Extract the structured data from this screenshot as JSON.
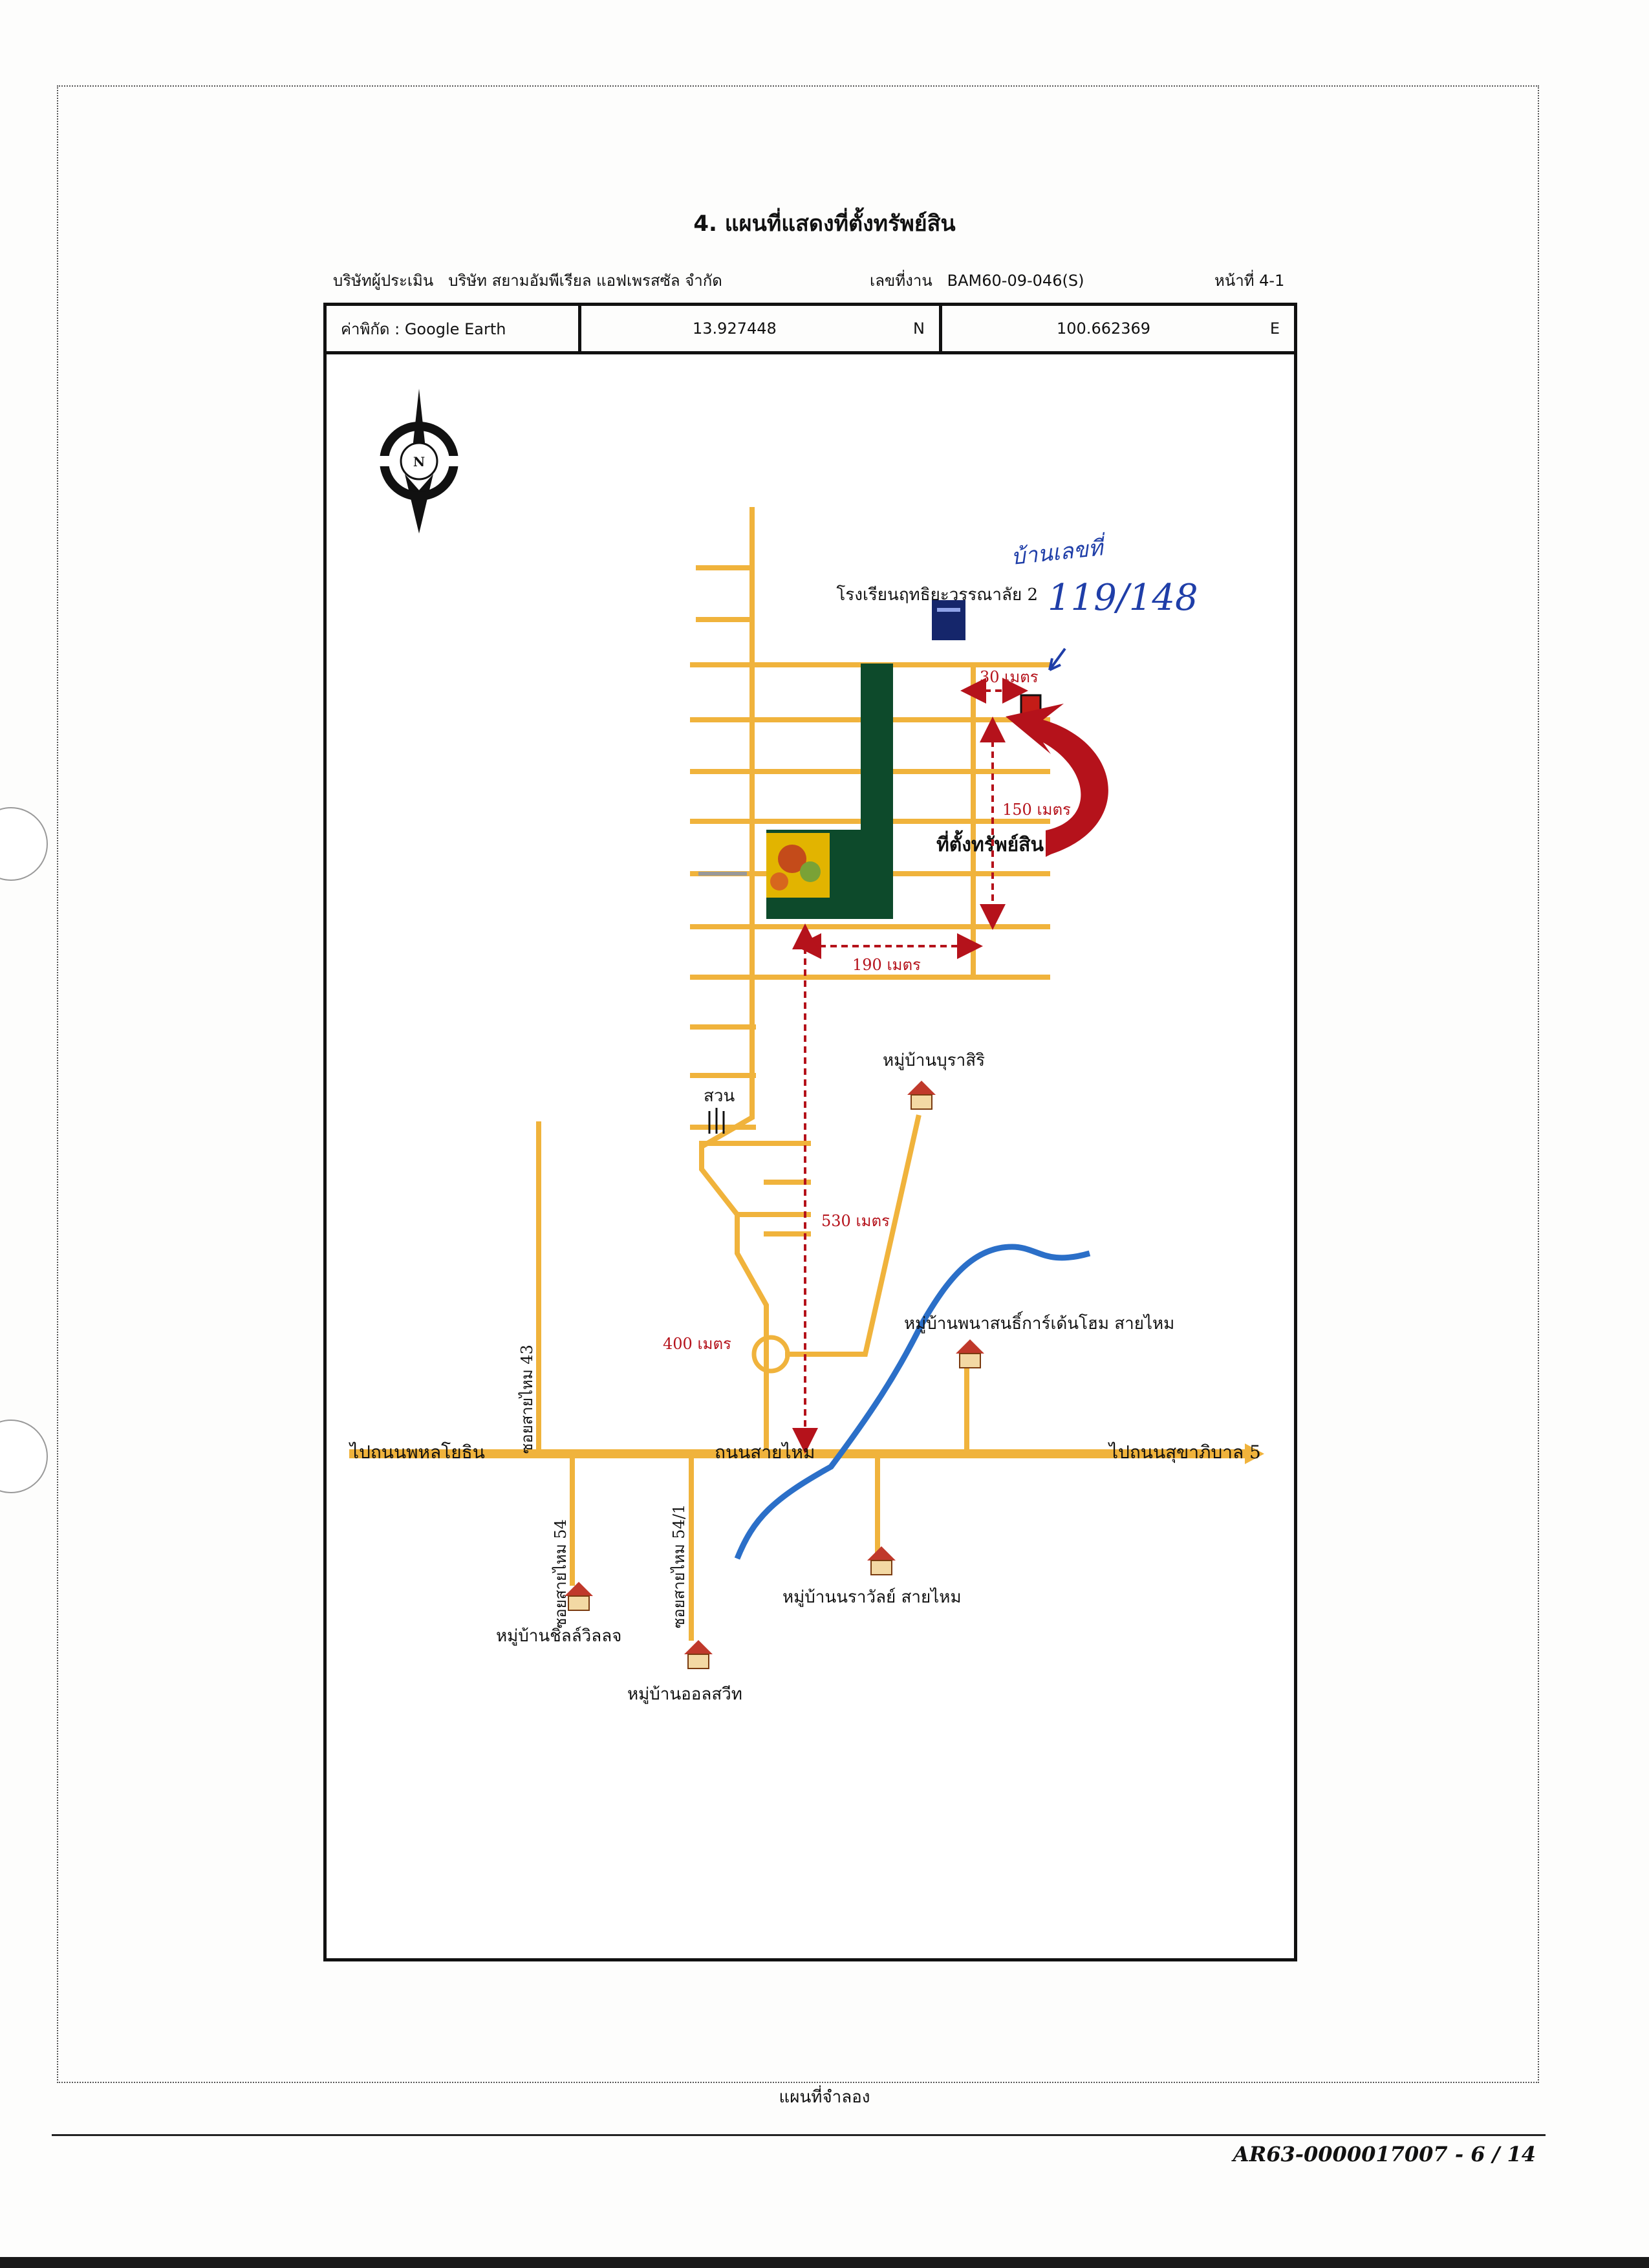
{
  "title": "4. แผนที่แสดงที่ตั้งทรัพย์สิน",
  "header": {
    "appraiser_label": "บริษัทผู้ประเมิน",
    "appraiser_name": "บริษัท สยามอัมพีเรียล แอฟเพรสซัล จำกัด",
    "job_label": "เลขที่งาน",
    "job_number": "BAM60-09-046(S)",
    "page_label": "หน้าที่ 4-1"
  },
  "coordinates": {
    "source_label": "ค่าพิกัด : Google Earth",
    "latitude": "13.927448",
    "lat_dir": "N",
    "longitude": "100.662369",
    "lon_dir": "E"
  },
  "map": {
    "compass_letter": "N",
    "handwritten_house_label": "บ้านเลขที่",
    "handwritten_house_number": "119/148",
    "school_label": "โรงเรียนฤทธิยะวรรณาลัย 2",
    "property_label": "ที่ตั้งทรัพย์สิน",
    "distances": {
      "d30": "30 เมตร",
      "d150": "150 เมตร",
      "d190": "190 เมตร",
      "d530": "530 เมตร",
      "d400": "400 เมตร"
    },
    "park_label": "สวน",
    "main_road": "ถนนสายไหม",
    "to_left": "ไปถนนพหลโยธิน",
    "to_right": "ไปถนนสุขาภิบาล 5",
    "sois": {
      "soi43": "ซอยสายไหม 43",
      "soi54": "ซอยสายไหม 54",
      "soi54_1": "ซอยสายไหม 54/1"
    },
    "villages": {
      "burasiri": "หมู่บ้านบุราสิริ",
      "phanason": "หมู่บ้านพนาสนธิ์การ์เด้นโฮม สายไหม",
      "villa": "หมู่บ้านชิลล์วิลลจ",
      "allsweet": "หมู่บ้านออลสวีท",
      "narawan": "หมู่บ้านนราวัลย์ สายไหม"
    },
    "colors": {
      "road": "#f0b33c",
      "red_path": "#b5121b",
      "green_block": "#0d4a2b",
      "river": "#2b6fc8",
      "ink_blue": "#1f3ea8"
    }
  },
  "footer": {
    "center_note": "แผนที่จำลอง",
    "document_id": "AR63-0000017007 - 6 / 14"
  }
}
